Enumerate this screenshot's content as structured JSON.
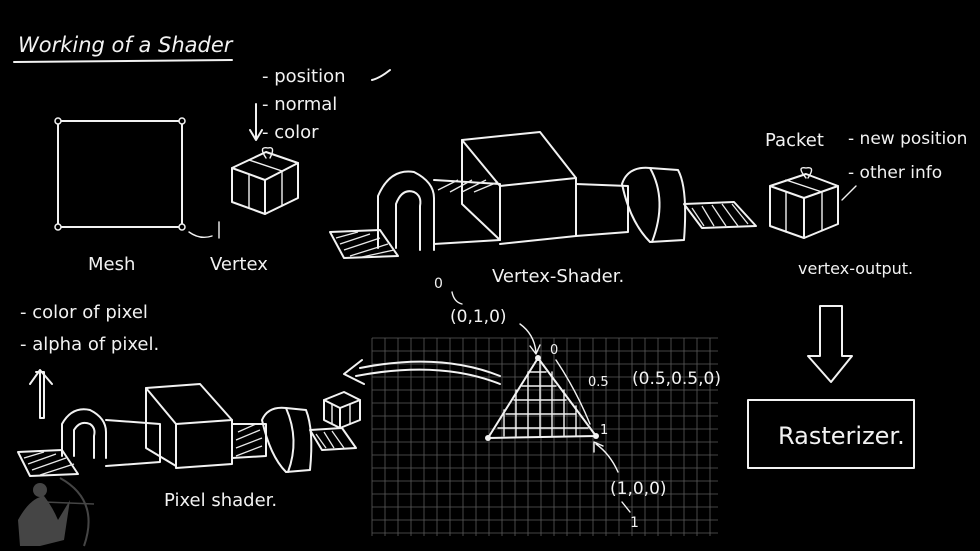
{
  "title": "Working of a Shader",
  "mesh": {
    "label": "Mesh",
    "vertex_label": "Vertex"
  },
  "vertex_attributes": [
    "- position",
    "- normal",
    "- color"
  ],
  "vertex_shader": {
    "label": "Vertex-Shader."
  },
  "packet": {
    "label": "Packet",
    "items": [
      "- new position",
      "- other info"
    ],
    "output_label": "vertex-output."
  },
  "rasterizer": {
    "label": "Rasterizer."
  },
  "triangle": {
    "top_coord": "(0,1,0)",
    "mid_coord": "(0.5,0.5,0)",
    "right_coord": "(1,0,0)",
    "top_value": "0",
    "mid_value": "0.5",
    "right_value": "1",
    "origin_value": "0",
    "bottom_value": "1"
  },
  "pixel_outputs": [
    "- color of pixel",
    "- alpha of pixel."
  ],
  "pixel_shader": {
    "label": "Pixel shader."
  }
}
